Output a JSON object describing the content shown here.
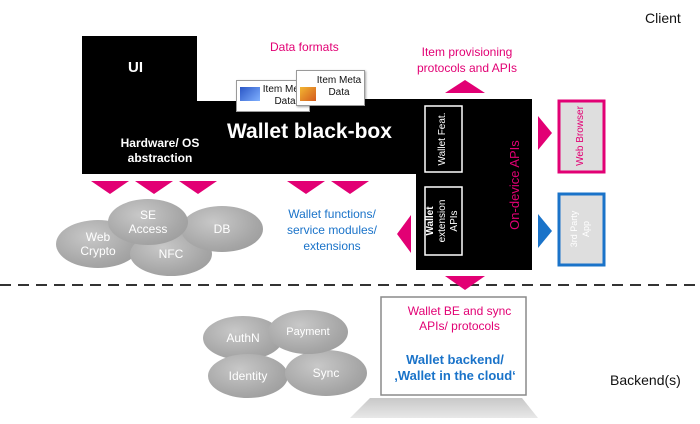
{
  "diagram": {
    "client_label": "Client",
    "backend_label": "Backend(s)",
    "data_formats_label": "Data formats",
    "item_provisioning_label_line1": "Item provisioning",
    "item_provisioning_label_line2": "protocols and APIs",
    "black_box": {
      "ui_label": "UI",
      "hw_os_line1": "Hardware/ OS",
      "hw_os_line2": "abstraction",
      "title": "Wallet black-box",
      "wallet_feat": "Wallet Feat.",
      "ext_apis_line1": "Wallet",
      "ext_apis_line2": "extension",
      "ext_apis_line3": "APIs",
      "on_device_apis": "On-device APIs"
    },
    "meta_cards": [
      {
        "line1": "Item Meta",
        "line2": "Data"
      },
      {
        "line1": "Item Meta",
        "line2": "Data"
      }
    ],
    "web_browser_label": "Web Browser",
    "third_party_line1": "3rd Party",
    "third_party_line2": "App",
    "wallet_functions_line1": "Wallet functions/",
    "wallet_functions_line2": "service modules/",
    "wallet_functions_line3": "extensions",
    "client_bubbles": [
      {
        "text_line1": "SE",
        "text_line2": "Access"
      },
      {
        "text_line1": "DB",
        "text_line2": ""
      },
      {
        "text_line1": "Web",
        "text_line2": "Crypto"
      },
      {
        "text_line1": "NFC",
        "text_line2": ""
      }
    ],
    "backend_box": {
      "line1": "Wallet BE and sync",
      "line2": "APIs/ protocols",
      "line3": "Wallet backend/",
      "line4": "‚Wallet in the cloud‘"
    },
    "backend_bubbles": [
      {
        "text": "AuthN"
      },
      {
        "text": "Payment"
      },
      {
        "text": "Identity"
      },
      {
        "text": "Sync"
      }
    ],
    "colors": {
      "magenta": "#e20074",
      "blue": "#1a73c9",
      "black": "#000000",
      "gray": "#a7a7a7"
    }
  }
}
